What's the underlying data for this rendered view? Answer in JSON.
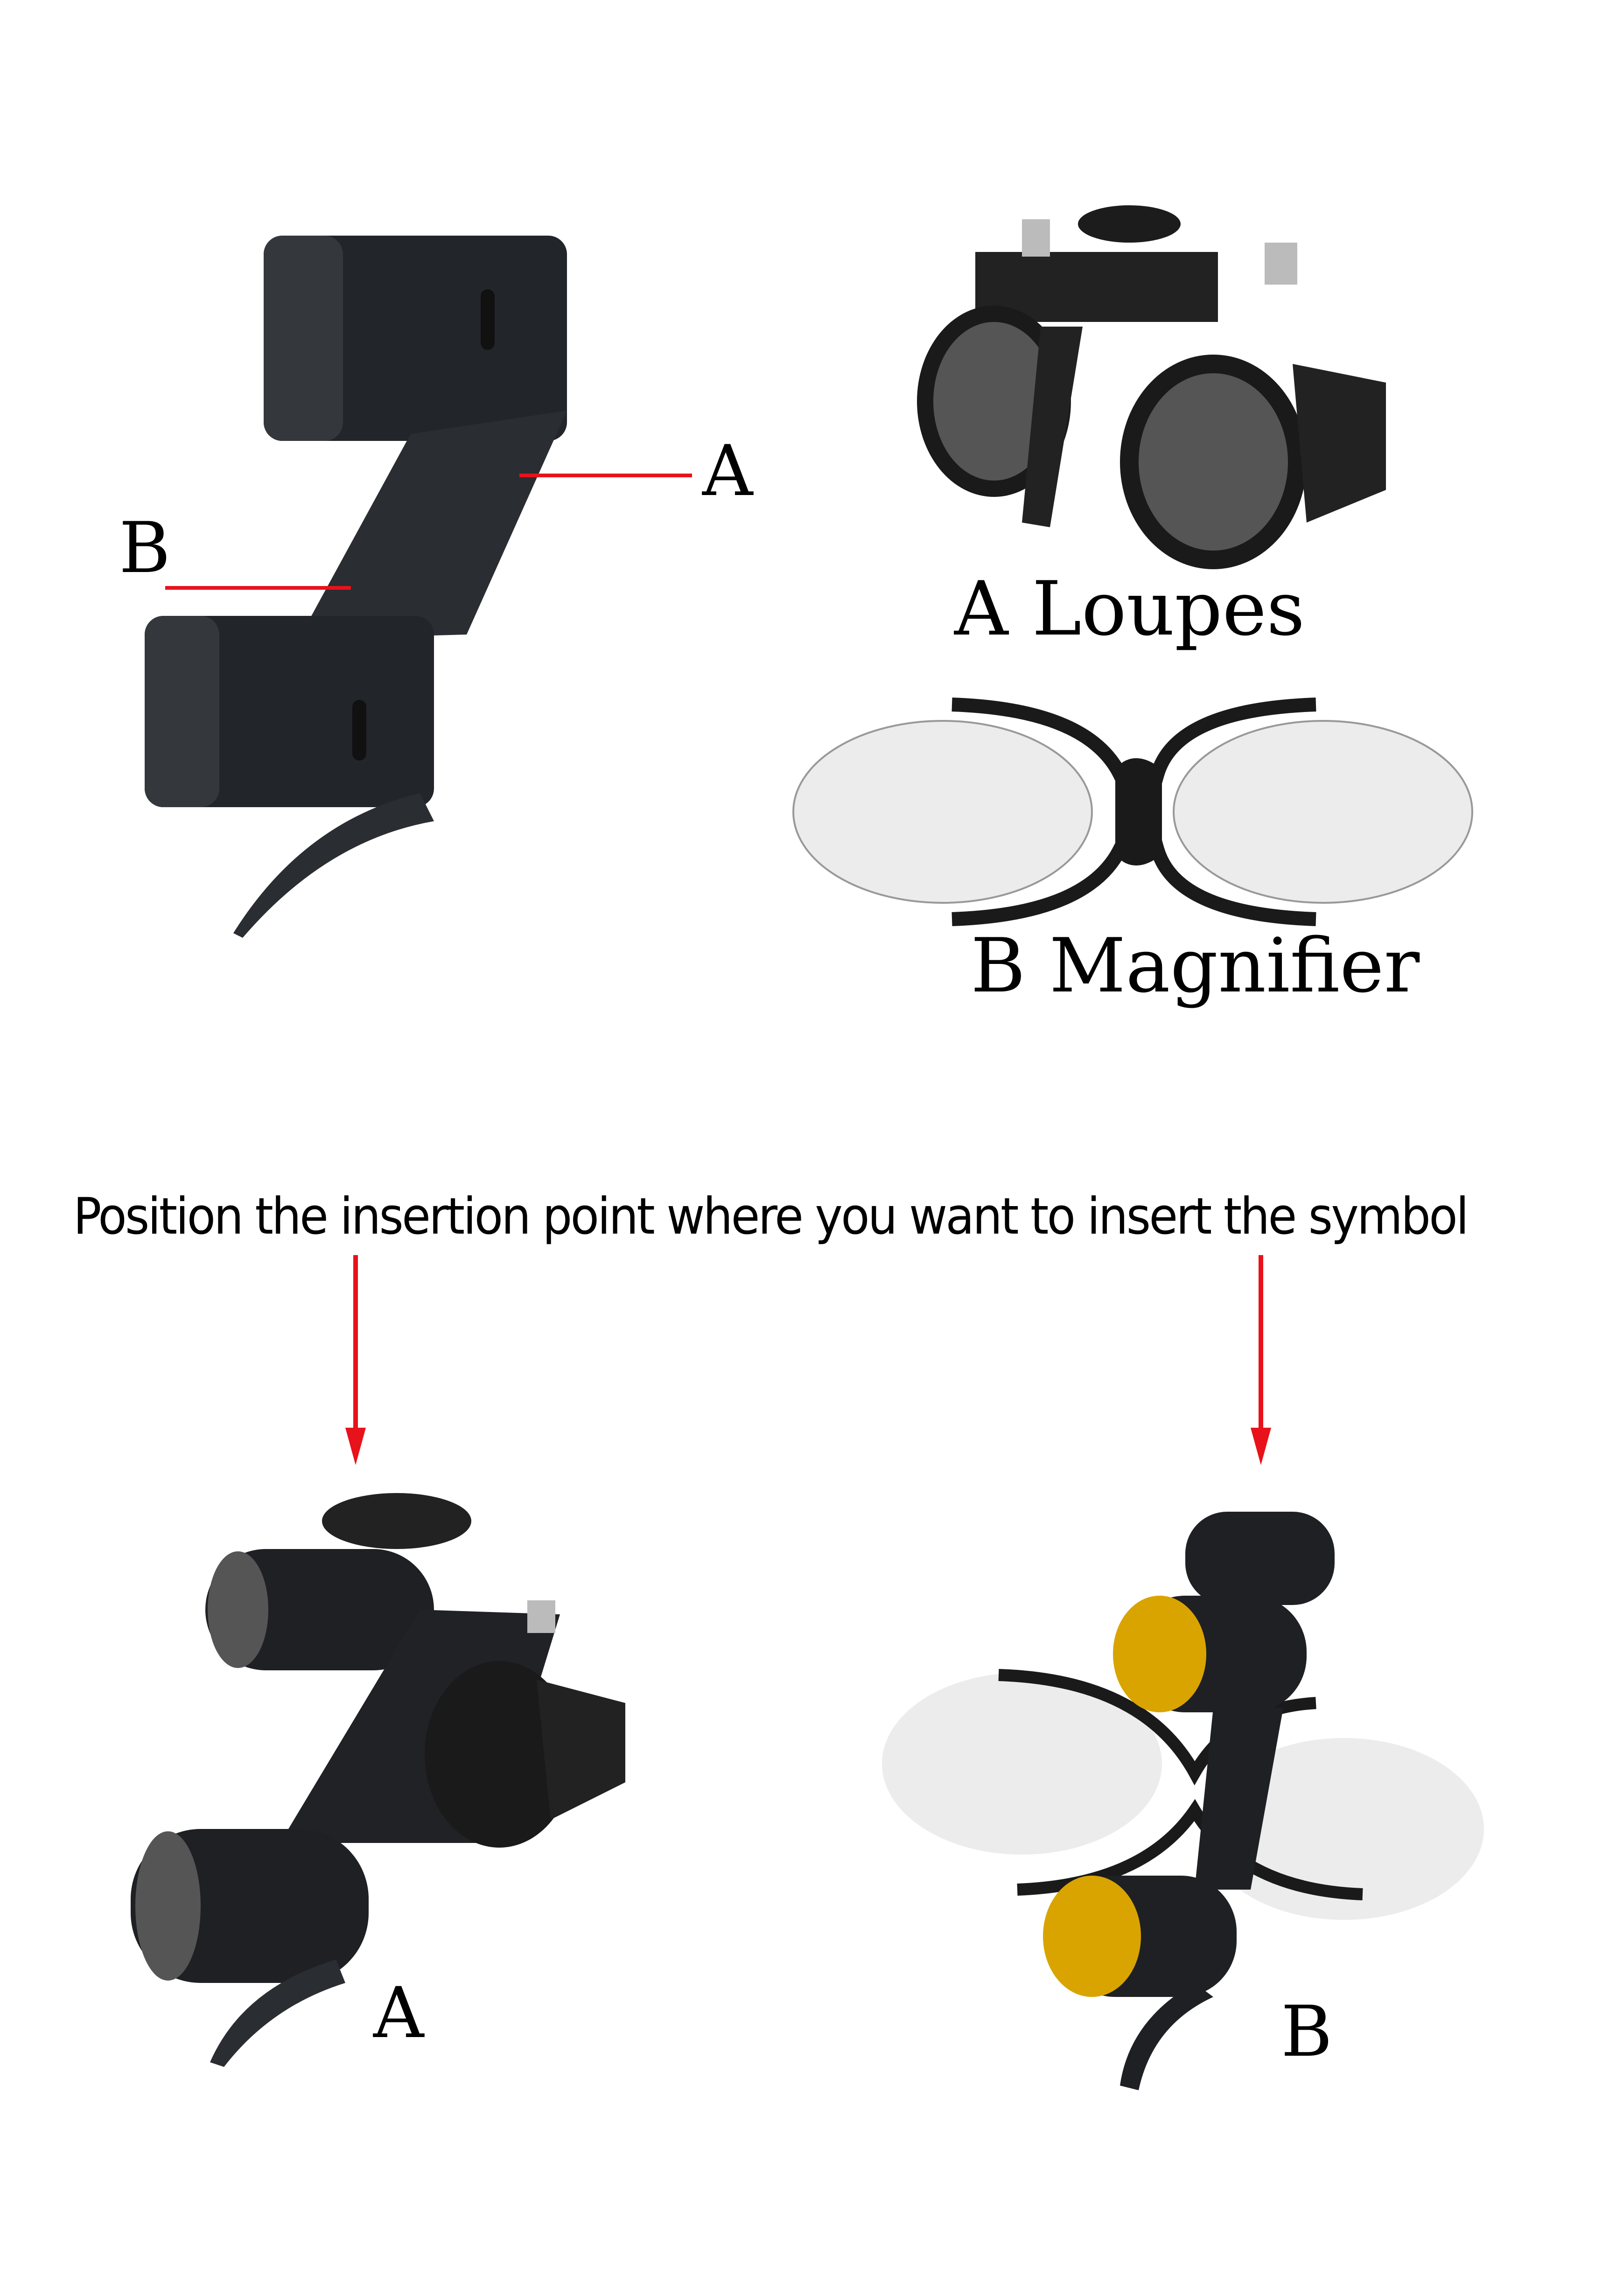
{
  "top_left_diagram": {
    "label_a": "A",
    "label_b": "B"
  },
  "loupes": {
    "caption": "A  Loupes"
  },
  "magnifier": {
    "caption": "B Magnifier"
  },
  "instruction": "Position the insertion point where you want to insert the symbol",
  "bottom_left": {
    "label": "A"
  },
  "bottom_right": {
    "label": "B"
  },
  "colors": {
    "pointer": "#e8121b",
    "device": "#1e2024",
    "lens_yellow": "#d9a400",
    "lens_clear": "#ececec"
  }
}
